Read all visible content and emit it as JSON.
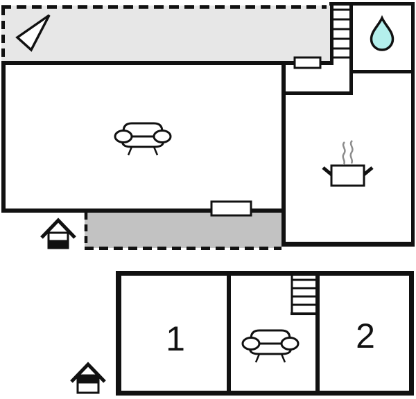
{
  "colors": {
    "wall": "#111111",
    "terrace_upper_fill": "#e7e7e7",
    "terrace_lower_fill": "#c2c2c2",
    "water_drop_fill": "#b4efec",
    "steam_stroke": "#8c8c8c",
    "background": "#ffffff"
  },
  "upper_floor": {
    "level_icon": "house-with-lower-half-filled",
    "symbols": [
      "north-arrow",
      "stairs",
      "water-drop",
      "sofa",
      "cooking-pot",
      "window",
      "window"
    ],
    "terraces": [
      "dashed-terrace-north",
      "dashed-terrace-south"
    ]
  },
  "lower_floor": {
    "level_icon": "house-with-upper-half-filled",
    "room_labels": [
      "1",
      "2"
    ],
    "symbols": [
      "stairs",
      "sofa"
    ]
  }
}
